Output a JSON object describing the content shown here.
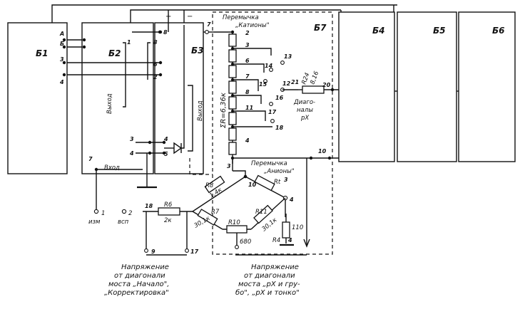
{
  "blocks": {
    "b1": "Б1",
    "b2": "Б2",
    "b3": "Б3",
    "b4": "Б4",
    "b5": "Б5",
    "b6": "Б6",
    "b7": "Б7"
  },
  "labels": {
    "jumper_cations_title": "Перемычка",
    "jumper_cations_name": "„Катионы\"",
    "jumper_anions_title": "Перемычка",
    "jumper_anions_name": "„Анионы\"",
    "sum_r": "ΣR=6,36к",
    "vykhod_b2": "Выход",
    "vykhod_b3": "Выход",
    "vkhod_b2": "Вход",
    "diag_1": "Диаго-",
    "diag_2": "налы",
    "diag_3": "рХ",
    "meas_num": "1",
    "meas_text": "изм",
    "aux_num": "2",
    "aux_text": "всп",
    "plus": "+",
    "minus": "−"
  },
  "components": {
    "r6_name": "R6",
    "r6_val": "2к",
    "r7_name": "R7",
    "r7_val": "30,1к",
    "r8_name": "R8",
    "r8_val": "1,4к",
    "r10_name": "R10",
    "r10_val": "680",
    "r11_name": "R11",
    "r11_val": "30,1к",
    "rt_name": "Rt",
    "r4_name": "R4",
    "r4_val": "110",
    "r24_name": "R24",
    "r24_val": "8,16"
  },
  "pins": {
    "b1_a": "А",
    "b1_b": "Б",
    "b1_3": "3",
    "b1_4": "4",
    "b1_7": "7",
    "b2_8": "8",
    "b2_1": "1",
    "b2_6": "6",
    "b2_2": "2",
    "b2_3": "3",
    "b2_4": "4",
    "b3_8": "8",
    "b3_4": "4",
    "b3_5": "5",
    "b7_7": "7",
    "tap_2": "2",
    "tap_3": "3",
    "tap_6": "6",
    "tap_7": "7",
    "tap_8": "8",
    "tap_11": "11",
    "tap_4": "4",
    "sw_13": "13",
    "sw_14": "14",
    "sw_15": "15",
    "sw_12": "12",
    "sw_21": "21",
    "sw_16": "16",
    "sw_17": "17",
    "sw_18": "18",
    "n20": "20",
    "n10": "10",
    "n3": "3",
    "n10b": "10",
    "a3": "3",
    "a4": "4",
    "n18": "18",
    "n17": "17",
    "n9": "9",
    "r4pin": "4"
  },
  "captions": {
    "left_1": "Напряжение",
    "left_2": "от диагонали",
    "left_3": "моста „Начало\",",
    "left_4": "„Корректировка\"",
    "right_1": "Напряжение",
    "right_2": "от диагонали",
    "right_3": "моста „рХ и гру-",
    "right_4": "бо\", „рХ и тонко\""
  }
}
